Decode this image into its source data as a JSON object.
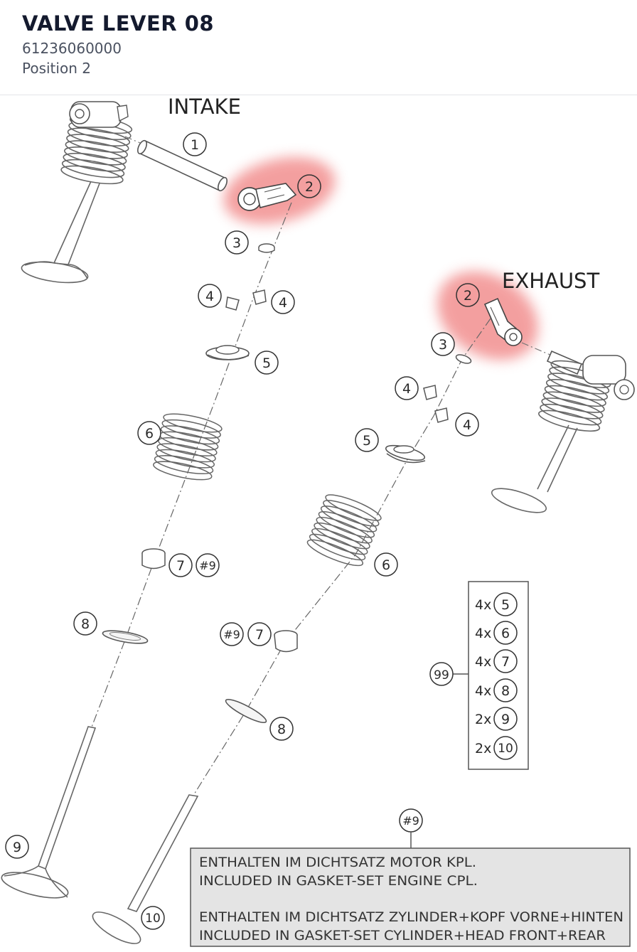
{
  "header": {
    "title": "VALVE LEVER 08",
    "part_number": "61236060000",
    "position": "Position 2"
  },
  "diagram": {
    "intake_label": "INTAKE",
    "exhaust_label": "EXHAUST",
    "callouts": {
      "c1": "1",
      "c2": "2",
      "c3": "3",
      "c4": "4",
      "c5": "5",
      "c6": "6",
      "c7": "7",
      "c8": "8",
      "c9": "9",
      "c10": "10",
      "c9h": "#9",
      "c99": "99"
    },
    "kit_rows": [
      {
        "qty": "4x",
        "num": "5"
      },
      {
        "qty": "4x",
        "num": "6"
      },
      {
        "qty": "4x",
        "num": "7"
      },
      {
        "qty": "4x",
        "num": "8"
      },
      {
        "qty": "2x",
        "num": "9"
      },
      {
        "qty": "2x",
        "num": "10"
      }
    ],
    "note_callout": "#9",
    "note_lines": [
      "ENTHALTEN IM DICHTSATZ MOTOR KPL.",
      "INCLUDED IN GASKET-SET ENGINE CPL.",
      "ENTHALTEN IM DICHTSATZ ZYLINDER+KOPF VORNE+HINTEN",
      "INCLUDED IN GASKET-SET CYLINDER+HEAD FRONT+REAR"
    ],
    "highlight_color": "#f08080"
  }
}
